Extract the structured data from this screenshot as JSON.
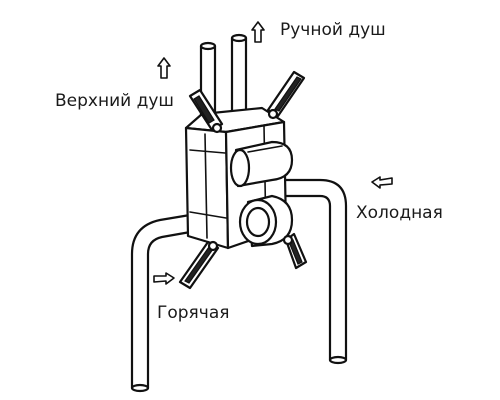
{
  "diagram": {
    "labels": {
      "hand_shower": "Ручной душ",
      "overhead_shower": "Верхний душ",
      "cold": "Холодная",
      "hot": "Горячая"
    },
    "colors": {
      "line": "#111111",
      "fill": "#ffffff",
      "text": "#1a1a1a"
    }
  }
}
